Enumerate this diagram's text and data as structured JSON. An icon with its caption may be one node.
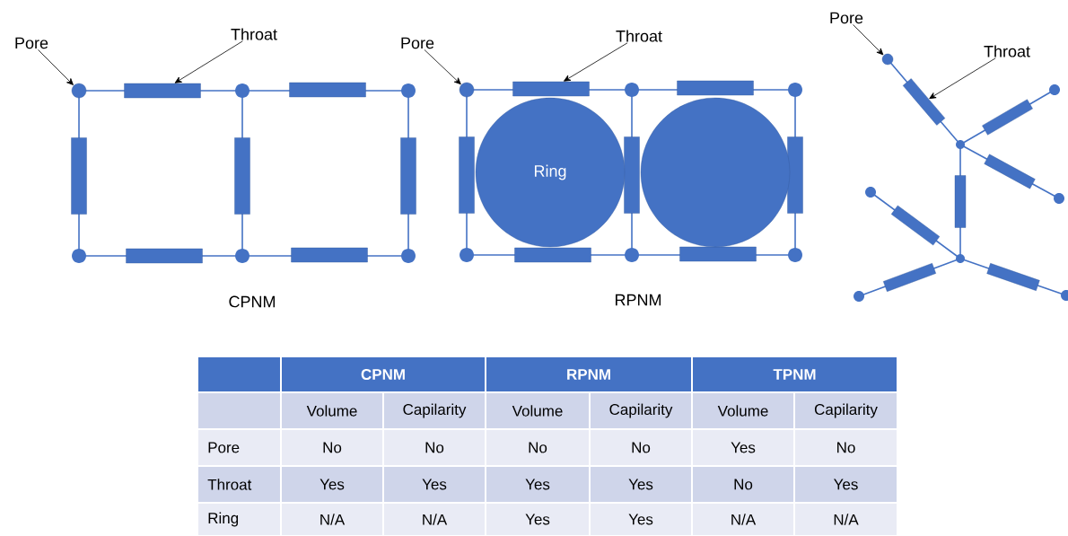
{
  "diagram": {
    "nodes": [
      {
        "text": [
          "Pore"
        ]
      },
      {
        "text": [
          "Throat"
        ]
      },
      {
        "text": [
          "Pore"
        ]
      },
      {
        "text": [
          "Throat"
        ]
      },
      {
        "text": [
          "Ring"
        ]
      },
      {
        "text": [],
        "shape": "circle"
      },
      {
        "text": [
          "Pore"
        ]
      },
      {
        "text": [
          "Throat"
        ]
      },
      {
        "text": [],
        "shape": "circle"
      },
      {
        "text": [],
        "shape": "bar"
      },
      {
        "text": [],
        "shape": "circle"
      },
      {
        "text": [],
        "shape": "bar"
      },
      {
        "text": [],
        "shape": "circle"
      },
      {
        "text": [],
        "shape": "bar"
      }
    ],
    "edges": [
      {
        "from": 0,
        "to": 8,
        "arrow": "to"
      },
      {
        "from": 1,
        "to": 9,
        "arrow": "to"
      },
      {
        "from": 2,
        "to": 10,
        "arrow": "to"
      },
      {
        "from": 3,
        "to": 11,
        "arrow": "to"
      },
      {
        "from": 6,
        "to": 12,
        "arrow": "to"
      },
      {
        "from": 7,
        "to": 13,
        "arrow": "to"
      }
    ],
    "labels": [
      "CPNM",
      "RPNM",
      "CPNM",
      "RPNM",
      "TPNM",
      "Volume",
      "Capilarity",
      "Volume",
      "Capilarity",
      "Volume",
      "Capilarity",
      "Pore",
      "No",
      "No",
      "No",
      "No",
      "Yes",
      "No",
      "Throat",
      "Yes",
      "Yes",
      "Yes",
      "Yes",
      "No",
      "Yes",
      "Ring",
      "N/A",
      "N/A",
      "Yes",
      "Yes",
      "N/A",
      "N/A"
    ]
  }
}
